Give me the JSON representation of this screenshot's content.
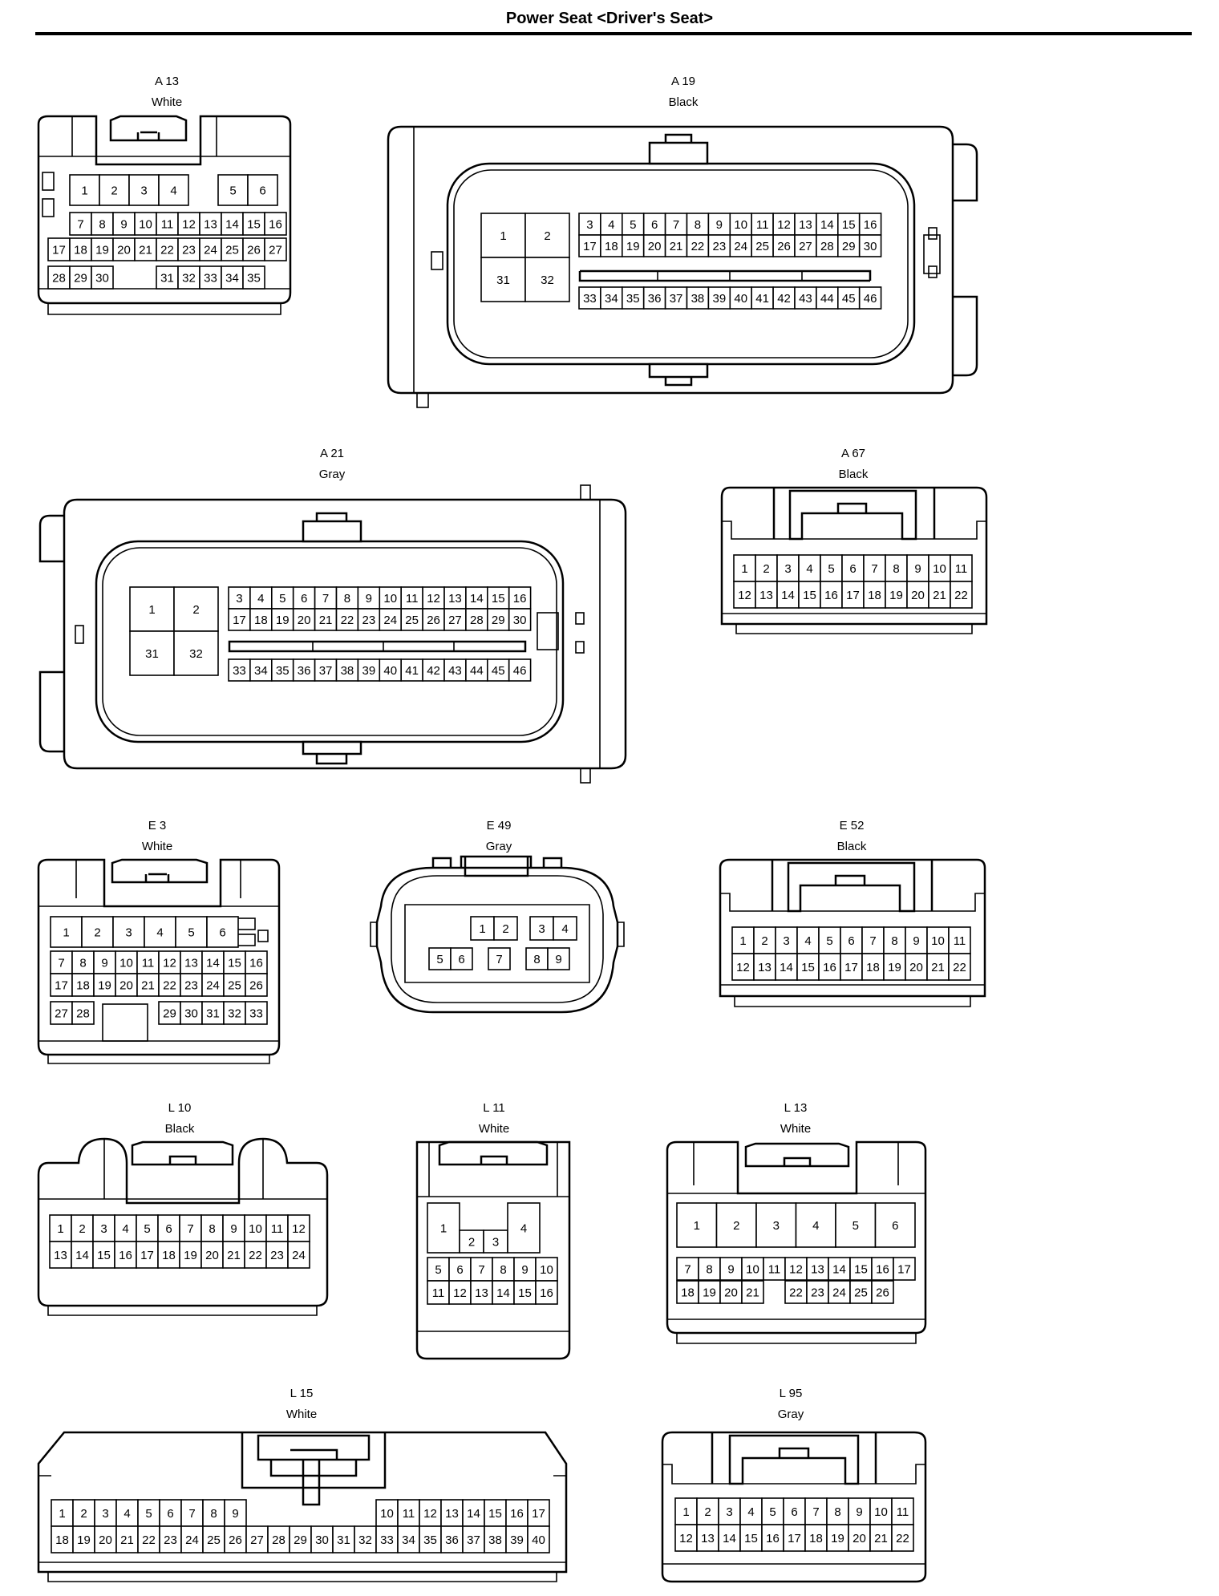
{
  "page_title": "Power Seat <Driver's Seat>",
  "connectors": [
    {
      "id": "A 13",
      "color": "White",
      "rows": [
        [
          1,
          2,
          3,
          4,
          null,
          5,
          6
        ],
        [
          7,
          8,
          9,
          10,
          11,
          12,
          13,
          14,
          15,
          16
        ],
        [
          17,
          18,
          19,
          20,
          21,
          22,
          23,
          24,
          25,
          26,
          27
        ],
        [
          28,
          29,
          30,
          null,
          null,
          31,
          32,
          33,
          34,
          35
        ]
      ]
    },
    {
      "id": "A 19",
      "color": "Black",
      "big_pins": [
        1,
        2,
        31,
        32
      ],
      "rows": [
        [
          3,
          4,
          5,
          6,
          7,
          8,
          9,
          10,
          11,
          12,
          13,
          14,
          15,
          16
        ],
        [
          17,
          18,
          19,
          20,
          21,
          22,
          23,
          24,
          25,
          26,
          27,
          28,
          29,
          30
        ],
        [
          33,
          34,
          35,
          36,
          37,
          38,
          39,
          40,
          41,
          42,
          43,
          44,
          45,
          46
        ]
      ]
    },
    {
      "id": "A 21",
      "color": "Gray",
      "big_pins": [
        1,
        2,
        31,
        32
      ],
      "rows": [
        [
          3,
          4,
          5,
          6,
          7,
          8,
          9,
          10,
          11,
          12,
          13,
          14,
          15,
          16
        ],
        [
          17,
          18,
          19,
          20,
          21,
          22,
          23,
          24,
          25,
          26,
          27,
          28,
          29,
          30
        ],
        [
          33,
          34,
          35,
          36,
          37,
          38,
          39,
          40,
          41,
          42,
          43,
          44,
          45,
          46
        ]
      ]
    },
    {
      "id": "A 67",
      "color": "Black",
      "rows": [
        [
          1,
          2,
          3,
          4,
          5,
          6,
          7,
          8,
          9,
          10,
          11
        ],
        [
          12,
          13,
          14,
          15,
          16,
          17,
          18,
          19,
          20,
          21,
          22
        ]
      ]
    },
    {
      "id": "E 3",
      "color": "White",
      "rows": [
        [
          1,
          2,
          3,
          4,
          5,
          6
        ],
        [
          7,
          8,
          9,
          10,
          11,
          12,
          13,
          14,
          15,
          16
        ],
        [
          17,
          18,
          19,
          20,
          21,
          22,
          23,
          24,
          25,
          26
        ],
        [
          27,
          28,
          null,
          null,
          null,
          29,
          30,
          31,
          32,
          33
        ]
      ]
    },
    {
      "id": "E 49",
      "color": "Gray",
      "rows": [
        [
          1,
          2,
          3,
          4
        ],
        [
          5,
          6,
          7,
          8,
          9
        ]
      ]
    },
    {
      "id": "E 52",
      "color": "Black",
      "rows": [
        [
          1,
          2,
          3,
          4,
          5,
          6,
          7,
          8,
          9,
          10,
          11
        ],
        [
          12,
          13,
          14,
          15,
          16,
          17,
          18,
          19,
          20,
          21,
          22
        ]
      ]
    },
    {
      "id": "L 10",
      "color": "Black",
      "rows": [
        [
          1,
          2,
          3,
          4,
          5,
          6,
          7,
          8,
          9,
          10,
          11,
          12
        ],
        [
          13,
          14,
          15,
          16,
          17,
          18,
          19,
          20,
          21,
          22,
          23,
          24
        ]
      ]
    },
    {
      "id": "L 11",
      "color": "White",
      "rows": [
        [
          1,
          2,
          3,
          4
        ],
        [
          5,
          6,
          7,
          8,
          9,
          10
        ],
        [
          11,
          12,
          13,
          14,
          15,
          16
        ]
      ]
    },
    {
      "id": "L 13",
      "color": "White",
      "rows": [
        [
          1,
          2,
          3,
          4,
          5,
          6
        ],
        [
          7,
          8,
          9,
          10,
          11,
          12,
          13,
          14,
          15,
          16,
          17
        ],
        [
          18,
          19,
          20,
          21,
          null,
          22,
          23,
          24,
          25,
          26
        ]
      ]
    },
    {
      "id": "L 15",
      "color": "White",
      "rows": [
        [
          1,
          2,
          3,
          4,
          5,
          6,
          7,
          8,
          9,
          null,
          null,
          null,
          null,
          null,
          null,
          10,
          11,
          12,
          13,
          14,
          15,
          16,
          17
        ],
        [
          18,
          19,
          20,
          21,
          22,
          23,
          24,
          25,
          26,
          27,
          28,
          29,
          30,
          31,
          32,
          33,
          34,
          35,
          36,
          37,
          38,
          39,
          40
        ]
      ]
    },
    {
      "id": "L 95",
      "color": "Gray",
      "rows": [
        [
          1,
          2,
          3,
          4,
          5,
          6,
          7,
          8,
          9,
          10,
          11
        ],
        [
          12,
          13,
          14,
          15,
          16,
          17,
          18,
          19,
          20,
          21,
          22
        ]
      ]
    }
  ]
}
